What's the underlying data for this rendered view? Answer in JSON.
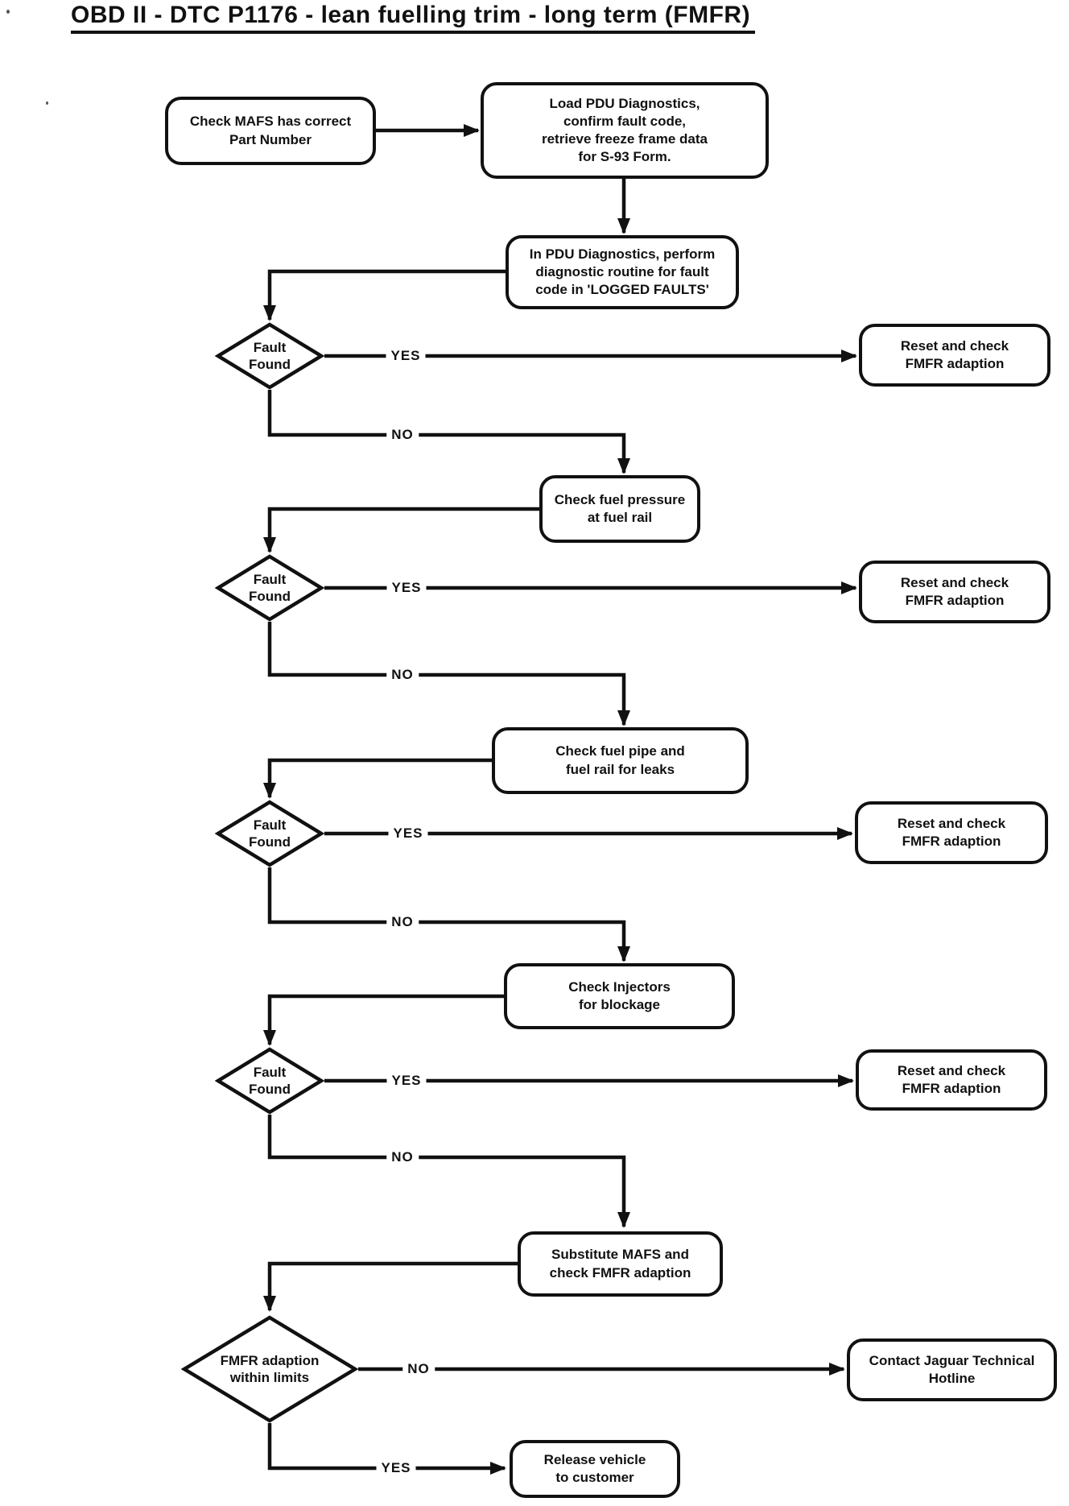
{
  "page": {
    "title": "OBD II - DTC P1176 - lean fuelling trim - long term (FMFR)"
  },
  "colors": {
    "ink": "#111111",
    "paper": "#ffffff"
  },
  "nodes": {
    "check_mafs": {
      "label": "Check MAFS has correct\nPart Number"
    },
    "load_pdu": {
      "label": "Load PDU Diagnostics,\nconfirm fault code,\nretrieve freeze frame data\nfor S-93 Form."
    },
    "pdu_routine": {
      "label": "In PDU Diagnostics, perform\ndiagnostic routine for fault\ncode in 'LOGGED FAULTS'"
    },
    "fault_found_1": {
      "label": "Fault\nFound"
    },
    "reset_check_1": {
      "label": "Reset and check\nFMFR adaption"
    },
    "check_fuel_pressure": {
      "label": "Check fuel pressure\nat fuel rail"
    },
    "fault_found_2": {
      "label": "Fault\nFound"
    },
    "reset_check_2": {
      "label": "Reset and check\nFMFR adaption"
    },
    "check_fuel_pipe": {
      "label": "Check fuel pipe and\nfuel rail for leaks"
    },
    "fault_found_3": {
      "label": "Fault\nFound"
    },
    "reset_check_3": {
      "label": "Reset and check\nFMFR adaption"
    },
    "check_injectors": {
      "label": "Check Injectors\nfor blockage"
    },
    "fault_found_4": {
      "label": "Fault\nFound"
    },
    "reset_check_4": {
      "label": "Reset and check\nFMFR adaption"
    },
    "substitute_mafs": {
      "label": "Substitute MAFS and\ncheck FMFR adaption"
    },
    "fmfr_within_limits": {
      "label": "FMFR adaption\nwithin limits"
    },
    "contact_hotline": {
      "label": "Contact Jaguar Technical\nHotline"
    },
    "release_vehicle": {
      "label": "Release vehicle\nto customer"
    }
  },
  "edge_labels": {
    "yes": "YES",
    "no": "NO"
  }
}
